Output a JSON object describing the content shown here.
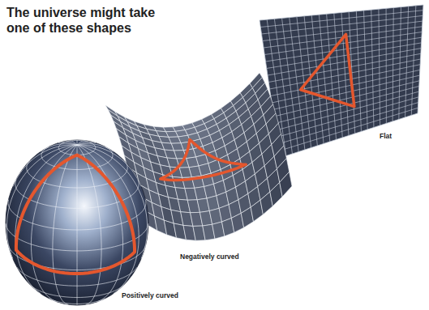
{
  "diagram": {
    "title": "The universe might take one of these shapes",
    "labels": [
      "Flat",
      "Negatively curved",
      "Positively curved"
    ]
  }
}
